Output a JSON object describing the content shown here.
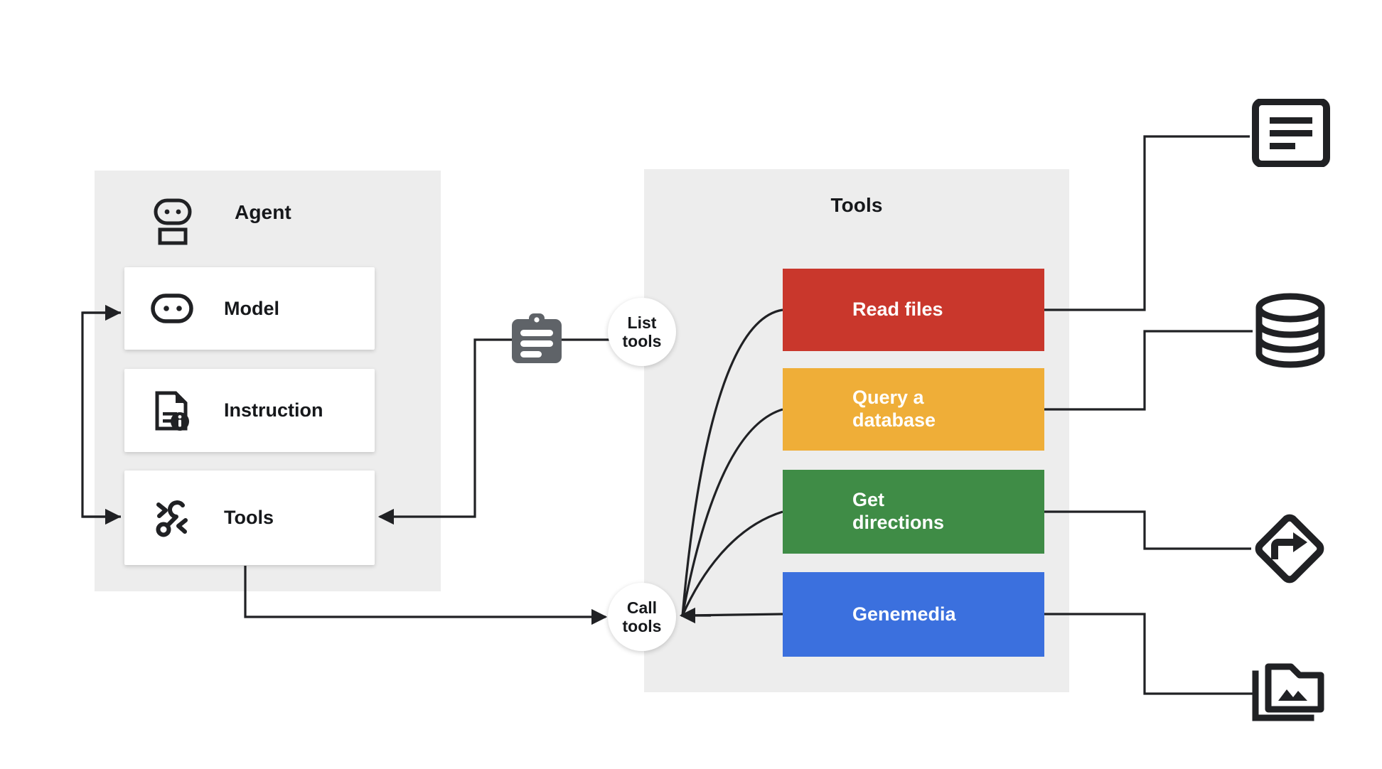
{
  "diagram": {
    "type": "agent-tool-architecture",
    "background": "#ffffff",
    "panel_bg": "#ededed"
  },
  "agent_panel": {
    "title": "Agent",
    "icon": "robot-icon",
    "cards": [
      {
        "label": "Model",
        "icon": "robot-face-icon"
      },
      {
        "label": "Instruction",
        "icon": "document-info-icon"
      },
      {
        "label": "Tools",
        "icon": "tools-wrench-icon"
      }
    ]
  },
  "hubs": [
    {
      "label": "List\ntools",
      "name": "list-tools"
    },
    {
      "label": "Call\ntools",
      "name": "call-tools"
    }
  ],
  "clipboard": {
    "icon": "clipboard-list-icon",
    "color": "#5f6368"
  },
  "tools_panel": {
    "title": "Tools",
    "items": [
      {
        "label": "Read files",
        "color": "#c9372c",
        "resource": "document-icon"
      },
      {
        "label": "Query a\ndatabase",
        "color": "#efae38",
        "resource": "database-icon"
      },
      {
        "label": "Get\ndirections",
        "color": "#3f8c46",
        "resource": "road-sign-turn-icon"
      },
      {
        "label": "Genemedia",
        "color": "#3b70de",
        "resource": "media-folder-icon"
      }
    ]
  },
  "resources": [
    {
      "name": "document-icon"
    },
    {
      "name": "database-icon"
    },
    {
      "name": "road-sign-turn-icon"
    },
    {
      "name": "media-folder-icon"
    }
  ],
  "colors": {
    "stroke": "#202124",
    "panel": "#ededed",
    "card": "#ffffff",
    "red": "#c9372c",
    "amber": "#efae38",
    "green": "#3f8c46",
    "blue": "#3b70de",
    "clipboard_gray": "#5f6368"
  }
}
